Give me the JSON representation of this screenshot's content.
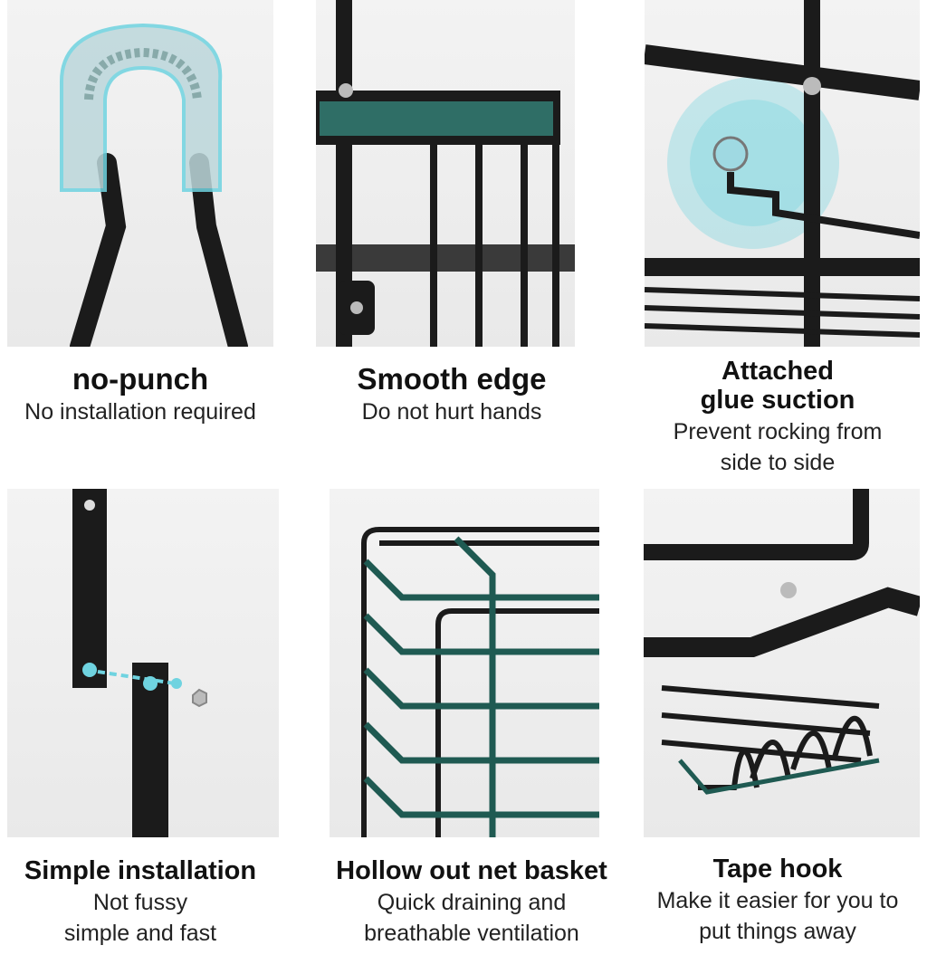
{
  "features": [
    {
      "title": "no-punch",
      "lines": [
        "No installation required"
      ]
    },
    {
      "title": "Smooth edge",
      "lines": [
        "Do not hurt hands"
      ]
    },
    {
      "title_lines": [
        "Attached",
        "glue suction"
      ],
      "lines": [
        "Prevent rocking from",
        "side to side"
      ]
    },
    {
      "title": "Simple installation",
      "lines": [
        "Not fussy",
        "simple and fast"
      ]
    },
    {
      "title": "Hollow out net basket",
      "lines": [
        "Quick draining and",
        "breathable ventilation"
      ]
    },
    {
      "title": "Tape hook",
      "lines": [
        "Make it easier for you to",
        "put things away"
      ]
    }
  ],
  "colors": {
    "metal": "#1b1b1b",
    "accent": "#1f5a52",
    "glass": "#6fd3e0"
  }
}
